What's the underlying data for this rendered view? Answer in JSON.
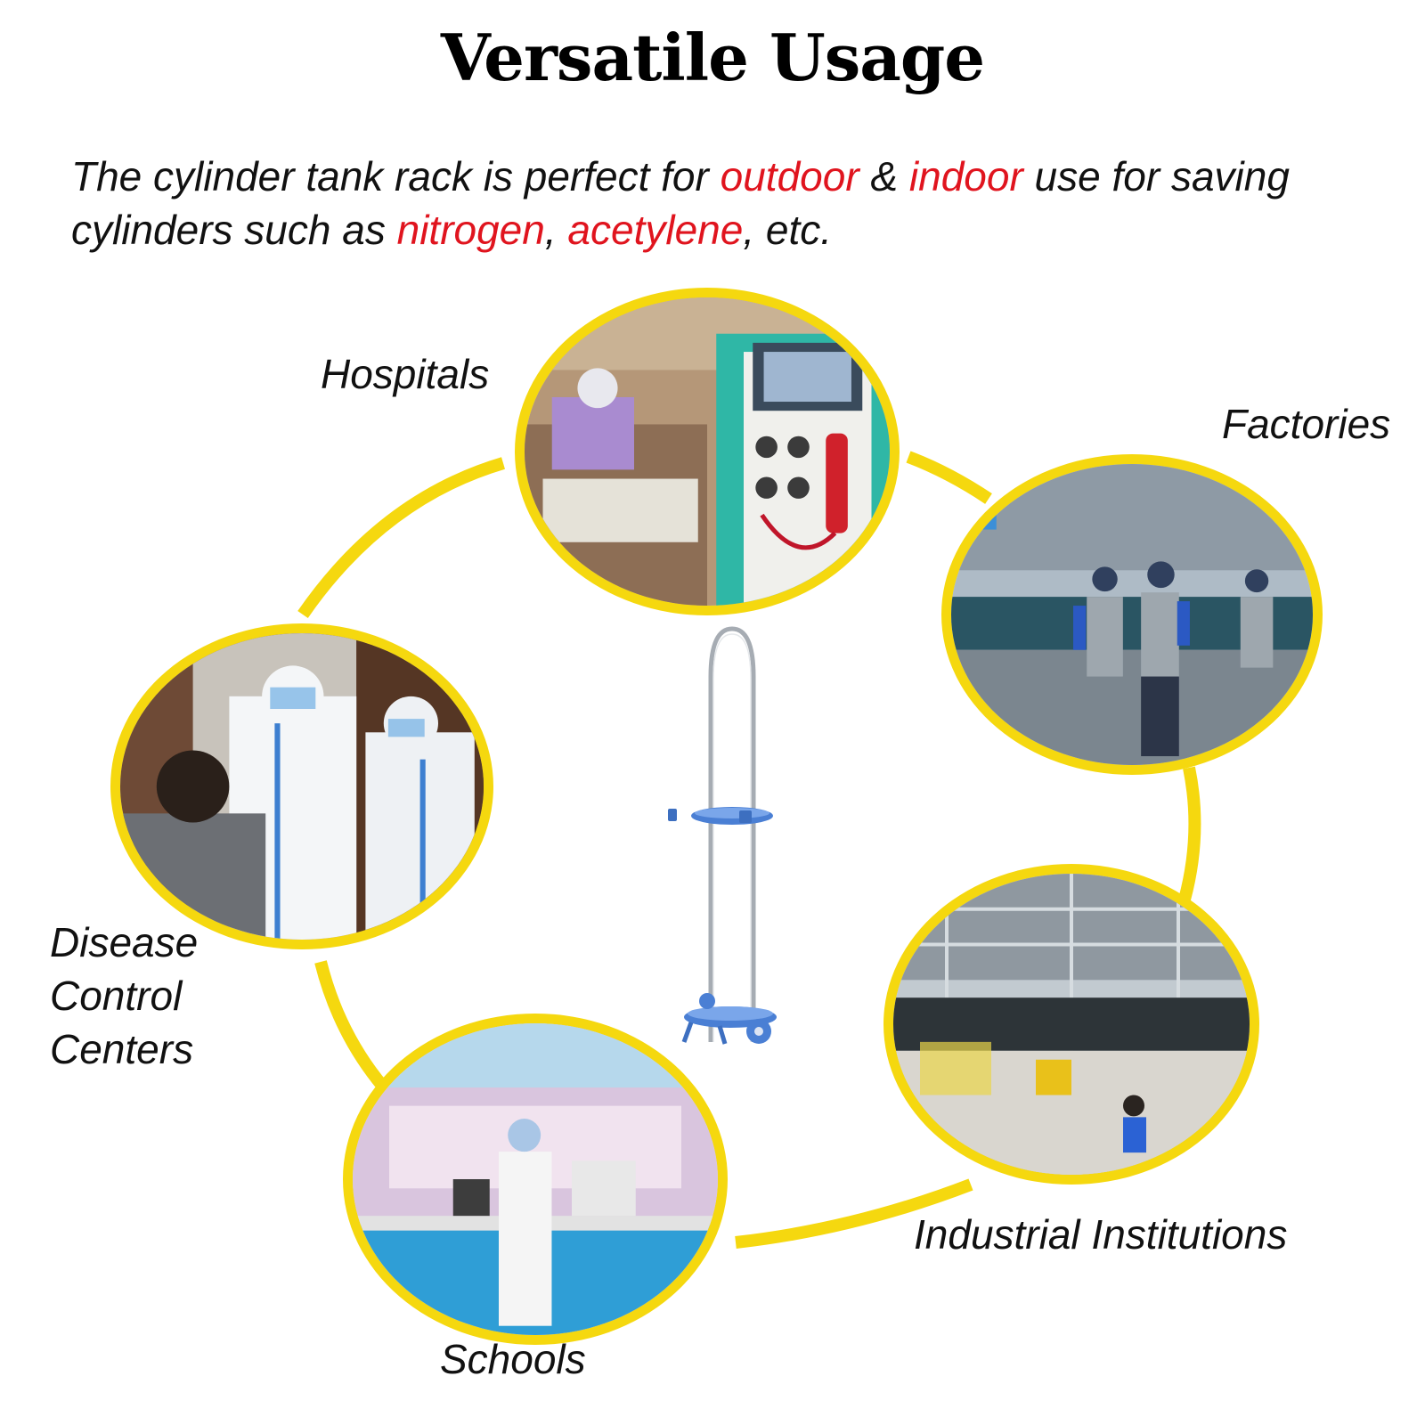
{
  "title": "Versatile Usage",
  "description": {
    "part1": "The cylinder tank rack is perfect for ",
    "outdoor": "outdoor",
    "part2": " & ",
    "indoor": "indoor",
    "part3": " use for saving cylinders such as ",
    "nitrogen": "nitrogen",
    "part4": ", ",
    "acetylene": "acetylene",
    "part5": ", etc."
  },
  "labels": {
    "hospitals": "Hospitals",
    "factories": "Factories",
    "disease_1": "Disease",
    "disease_2": "Control",
    "disease_3": "Centers",
    "industrial": "Industrial Institutions",
    "schools": "Schools"
  },
  "colors": {
    "ring": "#f5d80f",
    "highlight": "#e0141e",
    "rack_blue": "#4a7fd4"
  }
}
